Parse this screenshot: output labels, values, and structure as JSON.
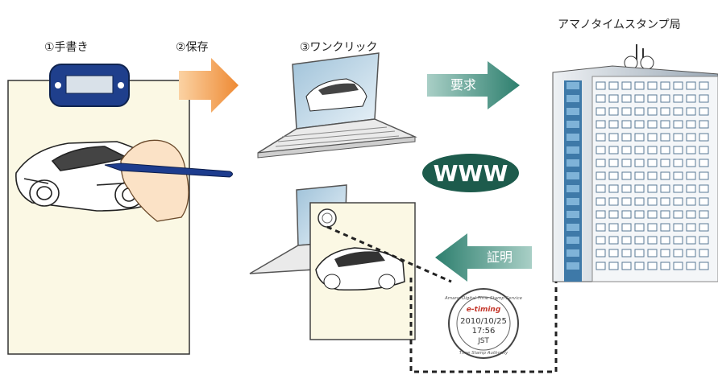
{
  "steps": {
    "s1": "①手書き",
    "s2": "②保存",
    "s3": "③ワンクリック"
  },
  "agency": "アマノタイムスタンプ局",
  "arrows": {
    "request": "要求",
    "proof": "証明"
  },
  "www": "WWW",
  "stamp": {
    "ring_top": "Amano Digital Time Stamp Service",
    "ring_bottom": "Time Stamp Authority",
    "brand": "e-timing",
    "date": "2010/10/25",
    "time": "17:56",
    "zone": "JST"
  },
  "colors": {
    "orange": "#ee8a34",
    "teal": "#2d7f6e",
    "www": "#1d5b4c",
    "paper": "#fbf8e4",
    "building": "#c9d3dd"
  }
}
